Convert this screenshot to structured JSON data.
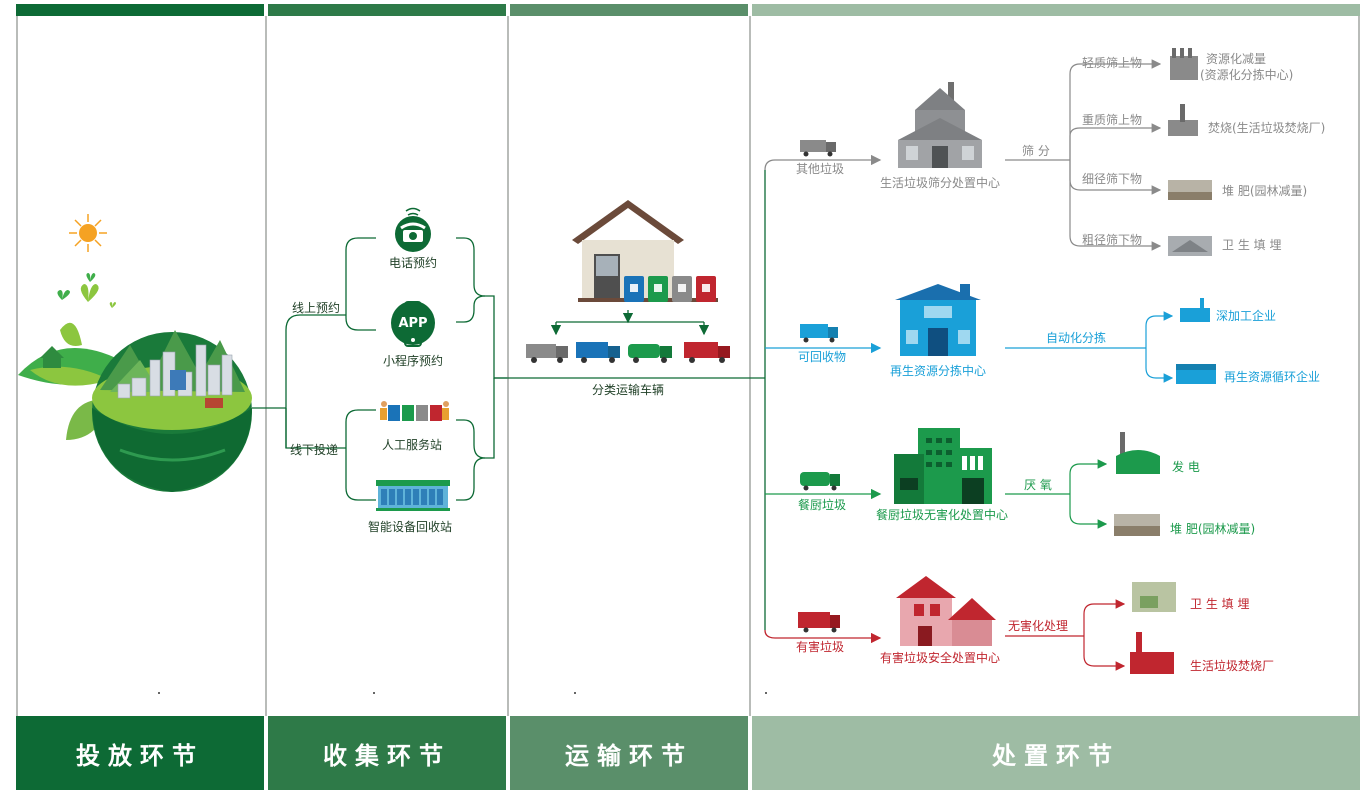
{
  "colors": {
    "dark_green": "#0d6a35",
    "green2": "#2e7a48",
    "green3": "#5a8f6a",
    "green4": "#9ebca4",
    "gray": "#7d7d7d",
    "blue": "#1aa0d8",
    "food_green": "#1c9a4c",
    "red": "#c0262f"
  },
  "stages": {
    "s1": "投放环节",
    "s2": "收集环节",
    "s3": "运输环节",
    "s4": "处置环节"
  },
  "collect": {
    "phone": "电话预约",
    "app_badge": "APP",
    "app": "小程序预约",
    "online": "线上预约",
    "offline": "线下投递",
    "manual": "人工服务站",
    "smart": "智能设备回收站"
  },
  "transport": {
    "vehicles": "分类运输车辆"
  },
  "dispose": {
    "other": {
      "waste": "其他垃圾",
      "center": "生活垃圾筛分处置中心",
      "process": "筛 分",
      "outputs": [
        {
          "label": "轻质筛上物",
          "result": "资源化减量",
          "result2": "(资源化分拣中心)"
        },
        {
          "label": "重质筛上物",
          "result": "焚烧(生活垃圾焚烧厂)"
        },
        {
          "label": "细径筛下物",
          "result": "堆 肥(园林减量)"
        },
        {
          "label": "粗径筛下物",
          "result": "卫 生 填 埋"
        }
      ]
    },
    "recycle": {
      "waste": "可回收物",
      "center": "再生资源分拣中心",
      "process": "自动化分拣",
      "outputs": [
        "深加工企业",
        "再生资源循环企业"
      ]
    },
    "kitchen": {
      "waste": "餐厨垃圾",
      "center": "餐厨垃圾无害化处置中心",
      "process": "厌 氧",
      "outputs": [
        "发 电",
        "堆 肥(园林减量)"
      ]
    },
    "hazard": {
      "waste": "有害垃圾",
      "center": "有害垃圾安全处置中心",
      "process": "无害化处理",
      "outputs": [
        "卫 生 填 埋",
        "生活垃圾焚烧厂"
      ]
    }
  }
}
